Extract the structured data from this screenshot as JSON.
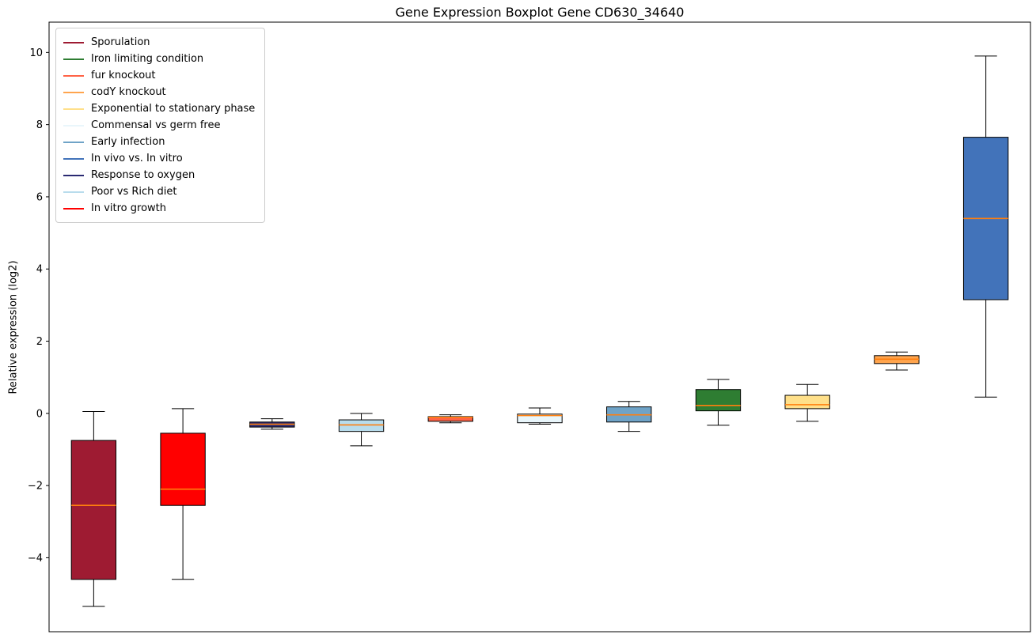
{
  "figure": {
    "title": "Gene Expression Boxplot Gene CD630_34640",
    "ylabel": "Relative expression (log2)"
  },
  "chart_data": {
    "type": "boxplot",
    "title": "Gene Expression Boxplot Gene CD630_34640",
    "xlabel": "",
    "ylabel": "Relative expression (log2)",
    "ylim": [
      -6.05,
      10.84
    ],
    "yticks": [
      -4,
      -2,
      0,
      2,
      4,
      6,
      8,
      10
    ],
    "grid": false,
    "legend_position": "upper left",
    "median_color": "#FF7F0E",
    "box_edge_color": "#000000",
    "legend": [
      {
        "label": "Sporulation",
        "color": "#9E1B32"
      },
      {
        "label": "Iron limiting condition",
        "color": "#2E7D32"
      },
      {
        "label": "fur knockout",
        "color": "#FF6347"
      },
      {
        "label": "codY knockout",
        "color": "#FFA54E"
      },
      {
        "label": "Exponential to stationary phase",
        "color": "#FFE08A"
      },
      {
        "label": "Commensal vs germ free",
        "color": "#E9F6FB"
      },
      {
        "label": "Early infection",
        "color": "#6FA3C7"
      },
      {
        "label": "In vivo vs. In vitro",
        "color": "#4273BA"
      },
      {
        "label": "Response to oxygen",
        "color": "#2A2A72"
      },
      {
        "label": "Poor vs Rich diet",
        "color": "#B8DCEC"
      },
      {
        "label": "In vitro growth",
        "color": "#FF0000"
      }
    ],
    "boxes": [
      {
        "condition": "Sporulation",
        "color": "#9E1B32",
        "whislo": -5.35,
        "q1": -4.6,
        "med": -2.55,
        "q3": -0.75,
        "whishi": 0.05
      },
      {
        "condition": "In vitro growth",
        "color": "#FF0000",
        "whislo": -4.6,
        "q1": -2.55,
        "med": -2.1,
        "q3": -0.55,
        "whishi": 0.13
      },
      {
        "condition": "Response to oxygen",
        "color": "#2A2A72",
        "whislo": -0.44,
        "q1": -0.38,
        "med": -0.3,
        "q3": -0.24,
        "whishi": -0.15
      },
      {
        "condition": "Poor vs Rich diet",
        "color": "#B8DCEC",
        "whislo": -0.9,
        "q1": -0.5,
        "med": -0.32,
        "q3": -0.18,
        "whishi": 0.0
      },
      {
        "condition": "fur knockout",
        "color": "#FF6347",
        "whislo": -0.26,
        "q1": -0.22,
        "med": -0.11,
        "q3": -0.09,
        "whishi": -0.04
      },
      {
        "condition": "Commensal vs germ free",
        "color": "#E9F6FB",
        "whislo": -0.3,
        "q1": -0.26,
        "med": -0.06,
        "q3": -0.02,
        "whishi": 0.15
      },
      {
        "condition": "Early infection",
        "color": "#6FA3C7",
        "whislo": -0.5,
        "q1": -0.24,
        "med": -0.04,
        "q3": 0.18,
        "whishi": 0.33
      },
      {
        "condition": "Iron limiting condition",
        "color": "#2E7D32",
        "whislo": -0.33,
        "q1": 0.07,
        "med": 0.22,
        "q3": 0.66,
        "whishi": 0.94
      },
      {
        "condition": "Exponential to stationary phase",
        "color": "#FFE08A",
        "whislo": -0.22,
        "q1": 0.13,
        "med": 0.24,
        "q3": 0.5,
        "whishi": 0.8
      },
      {
        "condition": "codY knockout",
        "color": "#FFA54E",
        "whislo": 1.2,
        "q1": 1.38,
        "med": 1.5,
        "q3": 1.6,
        "whishi": 1.7
      },
      {
        "condition": "In vivo vs. In vitro",
        "color": "#4273BA",
        "whislo": 0.45,
        "q1": 3.15,
        "med": 5.4,
        "q3": 7.65,
        "whishi": 9.9
      }
    ]
  }
}
